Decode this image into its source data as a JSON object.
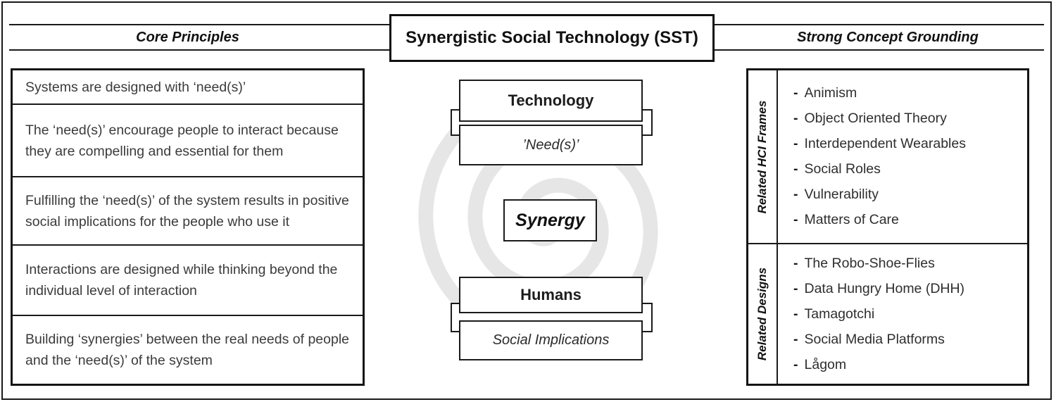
{
  "title": "Synergistic Social Technology (SST)",
  "bullet": "-",
  "headers": {
    "left": "Core Principles",
    "right": "Strong Concept Grounding"
  },
  "core_principles": {
    "rows": [
      "Systems are designed with ‘need(s)’",
      "The ‘need(s)’ encourage people to interact because they are compelling and essential for them",
      "Fulfilling the ‘need(s)’ of the system results in positive social implications for the people who use it",
      "Interactions are designed while thinking beyond the individual level of interaction",
      "Building ‘synergies’ between the real needs of people and the ‘need(s)’ of the system"
    ]
  },
  "diagram": {
    "technology": "Technology",
    "needs": "’Need(s)’",
    "synergy": "Synergy",
    "humans": "Humans",
    "social_implications": "Social Implications"
  },
  "grounding": {
    "hci_frames": {
      "label": "Related HCI Frames",
      "items": [
        "Animism",
        "Object Oriented Theory",
        "Interdependent Wearables",
        "Social Roles",
        "Vulnerability",
        "Matters of Care"
      ]
    },
    "designs": {
      "label": "Related Designs",
      "items": [
        "The Robo-Shoe-Flies",
        "Data Hungry Home (DHH)",
        "Tamagotchi",
        "Social Media Platforms",
        "Lågom"
      ]
    }
  }
}
